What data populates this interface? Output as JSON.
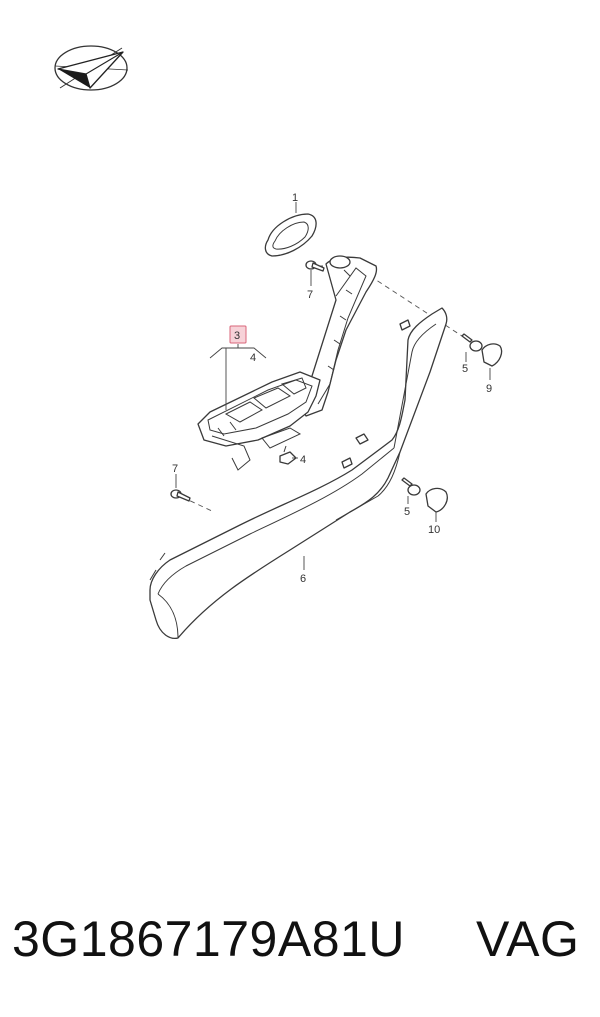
{
  "callouts": {
    "c1": "1",
    "c3": "3",
    "c4a": "4",
    "c4b": "4",
    "c5a": "5",
    "c5b": "5",
    "c6": "6",
    "c7a": "7",
    "c7b": "7",
    "c9": "9",
    "c10": "10"
  },
  "footer": {
    "part_number": "3G1867179A81U",
    "brand": "VAG"
  },
  "colors": {
    "highlight_fill": "#f7d2d8",
    "highlight_stroke": "#d9667a",
    "line": "#3a3a3a"
  },
  "icons": {
    "logo": "paper-plane-ellipse-logo"
  }
}
